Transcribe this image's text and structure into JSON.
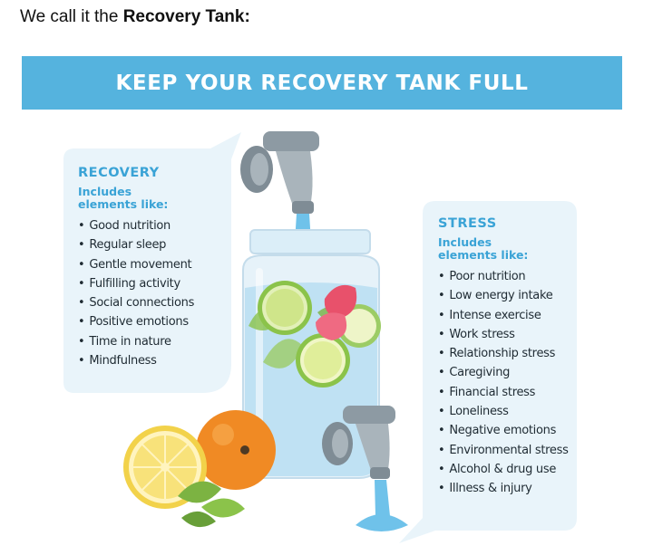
{
  "intro": {
    "prefix": "We call it the ",
    "bold": "Recovery Tank:"
  },
  "banner": {
    "title": "KEEP YOUR RECOVERY TANK FULL"
  },
  "recovery": {
    "heading": "RECOVERY",
    "subheading": "Includes elements like:",
    "items": [
      "Good nutrition",
      "Regular sleep",
      "Gentle movement",
      "Fulfilling activity",
      "Social connections",
      "Positive emotions",
      "Time in nature",
      "Mindfulness"
    ]
  },
  "stress": {
    "heading": "STRESS",
    "subheading": "Includes elements like:",
    "items": [
      "Poor nutrition",
      "Low energy intake",
      "Intense exercise",
      "Work stress",
      "Relationship stress",
      "Caregiving",
      "Financial stress",
      "Loneliness",
      "Negative emotions",
      "Environmental stress",
      "Alcohol & drug use",
      "Illness & injury"
    ]
  },
  "colors": {
    "banner": "#55b3de",
    "accent": "#3aa3d6",
    "panel": "#e9f4fa",
    "water": "#bfe1f3"
  }
}
